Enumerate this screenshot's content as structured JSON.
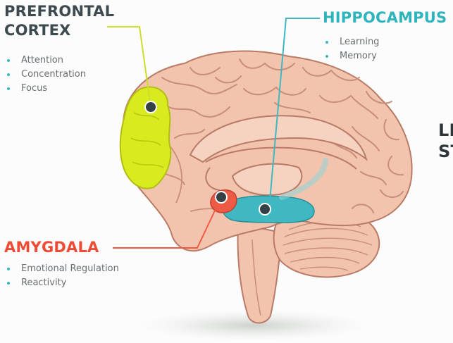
{
  "colors": {
    "brain_fill": "#f2c4ad",
    "brain_outline": "#b97a66",
    "prefrontal": "#d9ea1f",
    "hippocampus": "#3fb8c2",
    "amygdala": "#ee5b45",
    "label_dark": "#3d4a4f",
    "label_teal": "#2fb3bd",
    "label_red": "#ee4b36",
    "bullet_text": "#6a6f73"
  },
  "regions": {
    "prefrontal": {
      "title_line1": "PREFRONTAL",
      "title_line2": "CORTEX",
      "items": [
        "Attention",
        "Concentration",
        "Focus"
      ]
    },
    "hippocampus": {
      "title": "HIPPOCAMPUS",
      "items": [
        "Learning",
        "Memory"
      ]
    },
    "amygdala": {
      "title": "AMYGDALA",
      "items": [
        "Emotional Regulation",
        "Reactivity"
      ]
    }
  },
  "cutoff_text": {
    "line1": "LI",
    "line2": "ST"
  }
}
